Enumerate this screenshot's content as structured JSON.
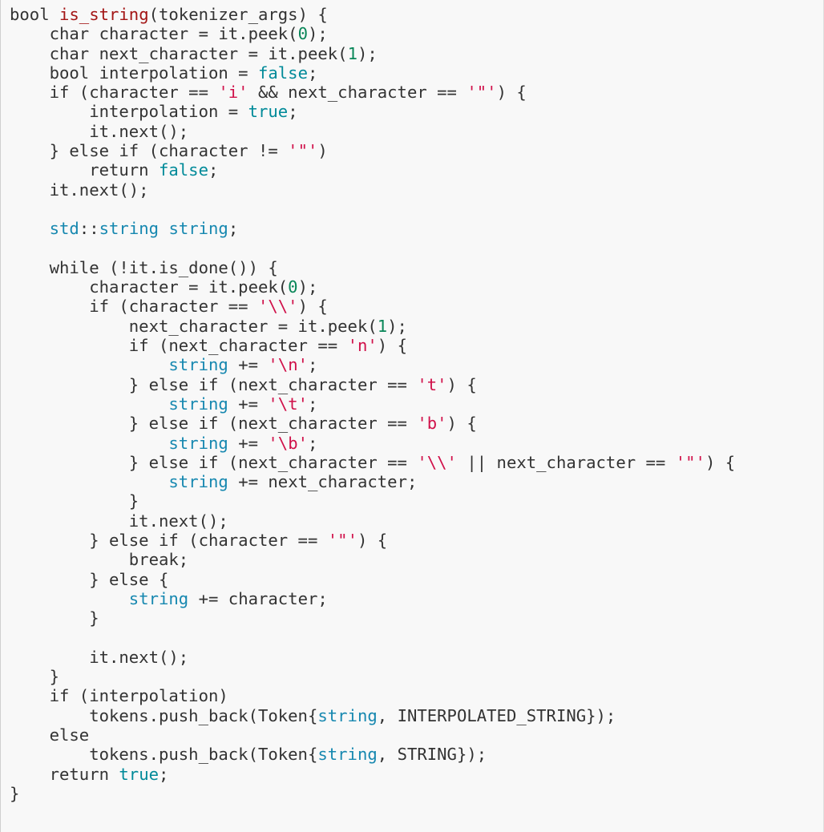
{
  "editor": {
    "language": "cpp",
    "colors": {
      "background": "#f8f8f8",
      "text": "#333333",
      "function_name": "#a31515",
      "number": "#098658",
      "string_literal": "#d0114a",
      "keyword_literal": "#008a99",
      "type": "#1788b0"
    },
    "lines": [
      [
        {
          "t": "bool "
        },
        {
          "t": "is_string",
          "c": "fn"
        },
        {
          "t": "(tokenizer_args) {"
        }
      ],
      [
        {
          "t": "    char character = it.peek("
        },
        {
          "t": "0",
          "c": "num"
        },
        {
          "t": ");"
        }
      ],
      [
        {
          "t": "    char next_character = it.peek("
        },
        {
          "t": "1",
          "c": "num"
        },
        {
          "t": ");"
        }
      ],
      [
        {
          "t": "    bool interpolation = "
        },
        {
          "t": "false",
          "c": "kw"
        },
        {
          "t": ";"
        }
      ],
      [
        {
          "t": "    if (character == "
        },
        {
          "t": "'i'",
          "c": "str"
        },
        {
          "t": " && next_character == "
        },
        {
          "t": "'\"'",
          "c": "str"
        },
        {
          "t": ") {"
        }
      ],
      [
        {
          "t": "        interpolation = "
        },
        {
          "t": "true",
          "c": "kw"
        },
        {
          "t": ";"
        }
      ],
      [
        {
          "t": "        it.next();"
        }
      ],
      [
        {
          "t": "    } else if (character != "
        },
        {
          "t": "'\"'",
          "c": "str"
        },
        {
          "t": ")"
        }
      ],
      [
        {
          "t": "        return "
        },
        {
          "t": "false",
          "c": "kw"
        },
        {
          "t": ";"
        }
      ],
      [
        {
          "t": "    it.next();"
        }
      ],
      [],
      [
        {
          "t": "    "
        },
        {
          "t": "std",
          "c": "ns"
        },
        {
          "t": "::"
        },
        {
          "t": "string",
          "c": "type"
        },
        {
          "t": " "
        },
        {
          "t": "string",
          "c": "type"
        },
        {
          "t": ";"
        }
      ],
      [],
      [
        {
          "t": "    while (!it.is_done()) {"
        }
      ],
      [
        {
          "t": "        character = it.peek("
        },
        {
          "t": "0",
          "c": "num"
        },
        {
          "t": ");"
        }
      ],
      [
        {
          "t": "        if (character == "
        },
        {
          "t": "'\\\\'",
          "c": "str"
        },
        {
          "t": ") {"
        }
      ],
      [
        {
          "t": "            next_character = it.peek("
        },
        {
          "t": "1",
          "c": "num"
        },
        {
          "t": ");"
        }
      ],
      [
        {
          "t": "            if (next_character == "
        },
        {
          "t": "'n'",
          "c": "str"
        },
        {
          "t": ") {"
        }
      ],
      [
        {
          "t": "                "
        },
        {
          "t": "string",
          "c": "type"
        },
        {
          "t": " += "
        },
        {
          "t": "'\\n'",
          "c": "str"
        },
        {
          "t": ";"
        }
      ],
      [
        {
          "t": "            } else if (next_character == "
        },
        {
          "t": "'t'",
          "c": "str"
        },
        {
          "t": ") {"
        }
      ],
      [
        {
          "t": "                "
        },
        {
          "t": "string",
          "c": "type"
        },
        {
          "t": " += "
        },
        {
          "t": "'\\t'",
          "c": "str"
        },
        {
          "t": ";"
        }
      ],
      [
        {
          "t": "            } else if (next_character == "
        },
        {
          "t": "'b'",
          "c": "str"
        },
        {
          "t": ") {"
        }
      ],
      [
        {
          "t": "                "
        },
        {
          "t": "string",
          "c": "type"
        },
        {
          "t": " += "
        },
        {
          "t": "'\\b'",
          "c": "str"
        },
        {
          "t": ";"
        }
      ],
      [
        {
          "t": "            } else if (next_character == "
        },
        {
          "t": "'\\\\'",
          "c": "str"
        },
        {
          "t": " || next_character == "
        },
        {
          "t": "'\"'",
          "c": "str"
        },
        {
          "t": ") {"
        }
      ],
      [
        {
          "t": "                "
        },
        {
          "t": "string",
          "c": "type"
        },
        {
          "t": " += next_character;"
        }
      ],
      [
        {
          "t": "            }"
        }
      ],
      [
        {
          "t": "            it.next();"
        }
      ],
      [
        {
          "t": "        } else if (character == "
        },
        {
          "t": "'\"'",
          "c": "str"
        },
        {
          "t": ") {"
        }
      ],
      [
        {
          "t": "            break;"
        }
      ],
      [
        {
          "t": "        } else {"
        }
      ],
      [
        {
          "t": "            "
        },
        {
          "t": "string",
          "c": "type"
        },
        {
          "t": " += character;"
        }
      ],
      [
        {
          "t": "        }"
        }
      ],
      [],
      [
        {
          "t": "        it.next();"
        }
      ],
      [
        {
          "t": "    }"
        }
      ],
      [
        {
          "t": "    if (interpolation)"
        }
      ],
      [
        {
          "t": "        tokens.push_back(Token{"
        },
        {
          "t": "string",
          "c": "type"
        },
        {
          "t": ", INTERPOLATED_STRING});"
        }
      ],
      [
        {
          "t": "    else"
        }
      ],
      [
        {
          "t": "        tokens.push_back(Token{"
        },
        {
          "t": "string",
          "c": "type"
        },
        {
          "t": ", STRING});"
        }
      ],
      [
        {
          "t": "    return "
        },
        {
          "t": "true",
          "c": "kw"
        },
        {
          "t": ";"
        }
      ],
      [
        {
          "t": "}"
        }
      ]
    ]
  }
}
